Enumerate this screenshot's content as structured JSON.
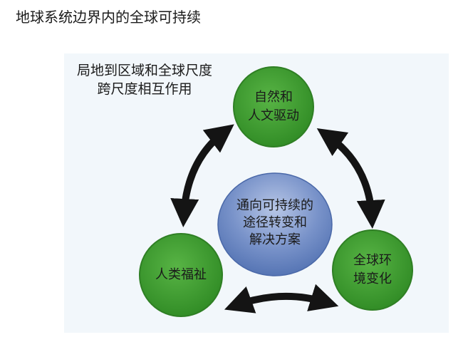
{
  "title": "地球系统边界内的全球可持续",
  "caption": {
    "line1": "局地到区域和全球尺度",
    "line2": "跨尺度相互作用"
  },
  "nodes": {
    "top": {
      "line1": "自然和",
      "line2": "人文驱动"
    },
    "right": {
      "line1": "全球环",
      "line2": "境变化"
    },
    "left": {
      "line1": "人类福祉"
    },
    "center": {
      "line1": "通向可持续的",
      "line2": "途径转变和",
      "line3": "解决方案"
    }
  },
  "colors": {
    "circle_green": "#3a9a2c",
    "circle_edge": "#2f7f24",
    "center_blue": "#5b79b8",
    "arrow": "#141414",
    "panel": "#f2f7fb"
  }
}
